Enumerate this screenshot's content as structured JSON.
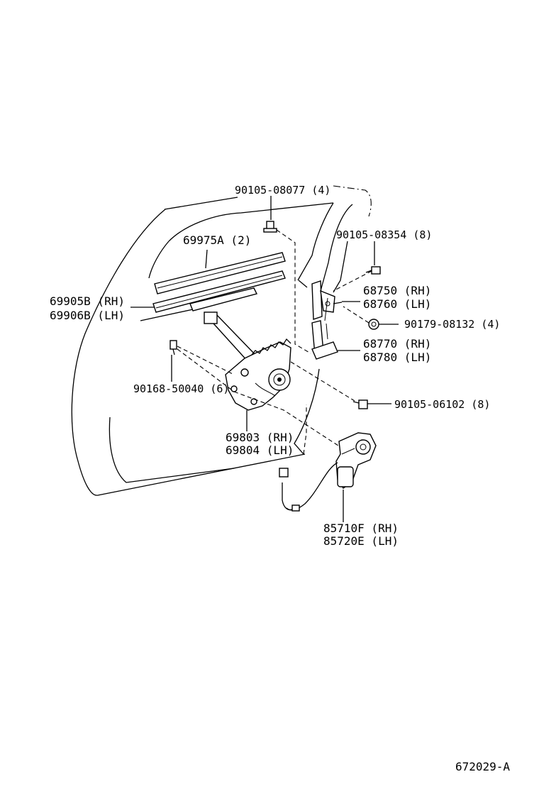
{
  "parts": {
    "bolt_top": "90105-08077 (4)",
    "weatherstrip": "69975A (2)",
    "bolt_right_top": "90105-08354 (8)",
    "channel_rh": "69905B (RH)",
    "channel_lh": "69906B (LH)",
    "hinge_upper_rh": "68750 (RH)",
    "hinge_upper_lh": "68760 (LH)",
    "nut": "90179-08132 (4)",
    "hinge_lower_rh": "68770 (RH)",
    "hinge_lower_lh": "68780 (LH)",
    "bolt_left": "90168-50040 (6)",
    "bolt_right_mid": "90105-06102 (8)",
    "regulator_rh": "69803 (RH)",
    "regulator_lh": "69804 (LH)",
    "motor_rh": "85710F (RH)",
    "motor_lh": "85720E (LH)"
  },
  "figure_id": "672029-A"
}
